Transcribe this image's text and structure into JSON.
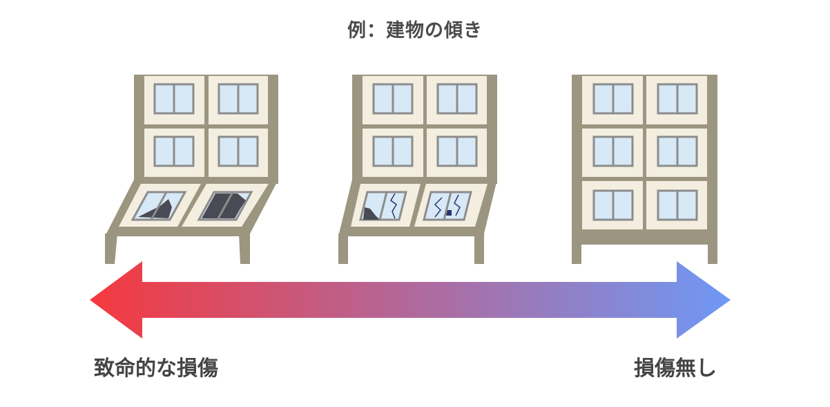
{
  "title": "例：建物の傾き",
  "scale": {
    "left_label": "致命的な損傷",
    "right_label": "損傷無し",
    "left_color": "#f5393f",
    "right_color": "#6e98f5"
  },
  "colors": {
    "frame": "#9c9580",
    "panel": "#f3eedf",
    "glass": "#d7e8f6",
    "glass_frame": "#8c8c8c",
    "damage": "#4a4a55",
    "crack": "#2a3270"
  },
  "buildings": [
    {
      "name": "severe-tilt",
      "damage": "severe"
    },
    {
      "name": "moderate-tilt",
      "damage": "moderate"
    },
    {
      "name": "no-tilt",
      "damage": "none"
    }
  ]
}
